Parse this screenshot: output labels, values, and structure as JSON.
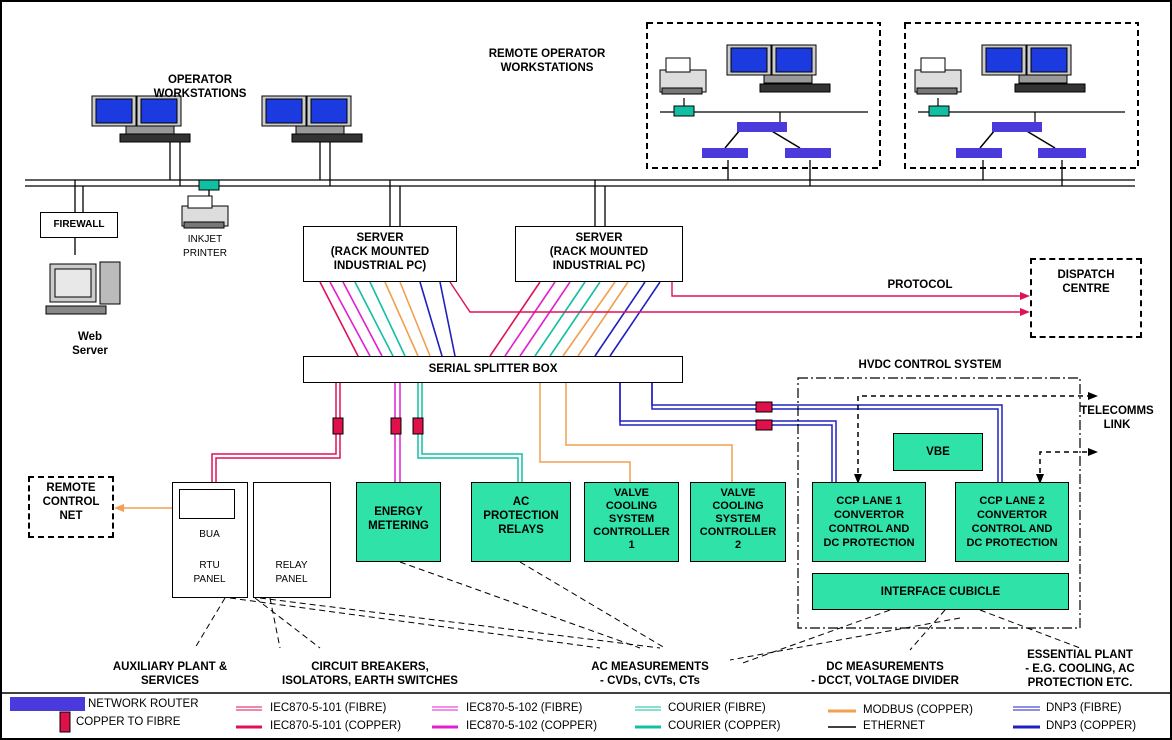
{
  "labels": {
    "operator_ws": "OPERATOR  WORKSTATIONS",
    "remote_ws": "REMOTE OPERATOR\nWORKSTATIONS",
    "firewall": "FIREWALL",
    "inkjet": "INKJET\nPRINTER",
    "web_server": "Web\nServer",
    "server1": "SERVER\n(RACK MOUNTED\nINDUSTRIAL PC)",
    "server2": "SERVER\n(RACK MOUNTED\nINDUSTRIAL PC)",
    "protocol": "PROTOCOL",
    "dispatch": "DISPATCH\nCENTRE",
    "splitter": "SERIAL SPLITTER BOX",
    "hvdc": "HVDC CONTROL SYSTEM",
    "telecomms": "TELECOMMS\nLINK",
    "remote_control": "REMOTE\nCONTROL\nNET",
    "bua": "BUA",
    "rtu": "RTU\nPANEL",
    "relay": "RELAY\nPANEL",
    "energy": "ENERGY\nMETERING",
    "ac_prot": "AC\nPROTECTION\nRELAYS",
    "valve1": "VALVE\nCOOLING\nSYSTEM\nCONTROLLER\n1",
    "valve2": "VALVE\nCOOLING\nSYSTEM\nCONTROLLER\n2",
    "vbe": "VBE",
    "ccp1": "CCP LANE 1\nCONVERTOR\nCONTROL AND\nDC PROTECTION",
    "ccp2": "CCP LANE 2\nCONVERTOR\nCONTROL AND\nDC PROTECTION",
    "interface": "INTERFACE CUBICLE",
    "aux_plant": "AUXILIARY PLANT &\nSERVICES",
    "breakers": "CIRCUIT BREAKERS,\nISOLATORS, EARTH SWITCHES",
    "ac_meas": "AC MEASUREMENTS\n- CVDs, CVTs, CTs",
    "dc_meas": "DC MEASUREMENTS\n- DCCT, VOLTAGE DIVIDER",
    "essential": "ESSENTIAL PLANT\n- E.G. COOLING, AC\nPROTECTION ETC."
  },
  "legend": {
    "router": "NETWORK ROUTER",
    "copper_fibre": "COPPER TO FIBRE",
    "iec101_f": "IEC870-5-101 (FIBRE)",
    "iec101_c": "IEC870-5-101 (COPPER)",
    "iec102_f": "IEC870-5-102 (FIBRE)",
    "iec102_c": "IEC870-5-102 (COPPER)",
    "courier_f": "COURIER (FIBRE)",
    "courier_c": "COURIER (COPPER)",
    "modbus": "MODBUS (COPPER)",
    "ethernet": "ETHERNET",
    "dnp3_f": "DNP3 (FIBRE)",
    "dnp3_c": "DNP3 (COPPER)"
  },
  "colors": {
    "iec101": "#e0105a",
    "iec102": "#e020d0",
    "courier": "#10c0a0",
    "modbus": "#f0a050",
    "dnp3": "#2020c0",
    "router": "#4a3adc",
    "converter": "#e0104a",
    "green": "#2fe3a8"
  }
}
